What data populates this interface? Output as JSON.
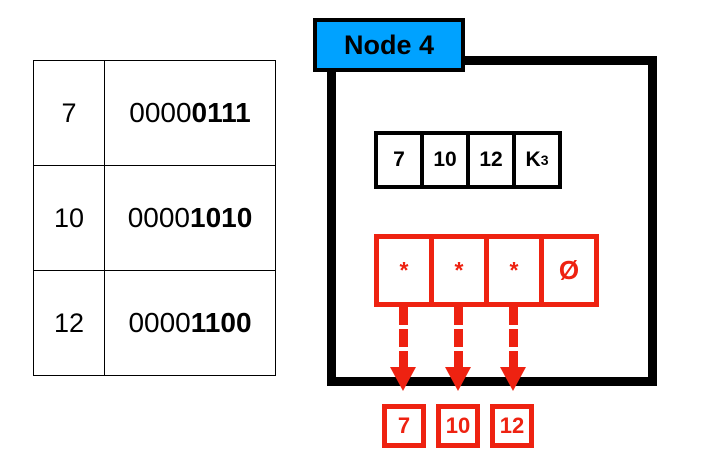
{
  "binary_table": {
    "rows": [
      {
        "decimal": "7",
        "prefix": "0000",
        "suffix": "0111"
      },
      {
        "decimal": "10",
        "prefix": "0000",
        "suffix": "1010"
      },
      {
        "decimal": "12",
        "prefix": "0000",
        "suffix": "1100"
      }
    ]
  },
  "node": {
    "title": "Node 4",
    "title_color": "#00A2FF",
    "frame_color": "#000000",
    "accent_color": "#EE2211",
    "key_array": {
      "cells": [
        {
          "text": "7",
          "sub": ""
        },
        {
          "text": "10",
          "sub": ""
        },
        {
          "text": "12",
          "sub": ""
        },
        {
          "text": "K",
          "sub": "3"
        }
      ]
    },
    "pointer_array": {
      "cells": [
        {
          "symbol": "*"
        },
        {
          "symbol": "*"
        },
        {
          "symbol": "*"
        },
        {
          "symbol": "Ø"
        }
      ]
    },
    "result_boxes": [
      {
        "value": "7"
      },
      {
        "value": "10"
      },
      {
        "value": "12"
      }
    ]
  }
}
